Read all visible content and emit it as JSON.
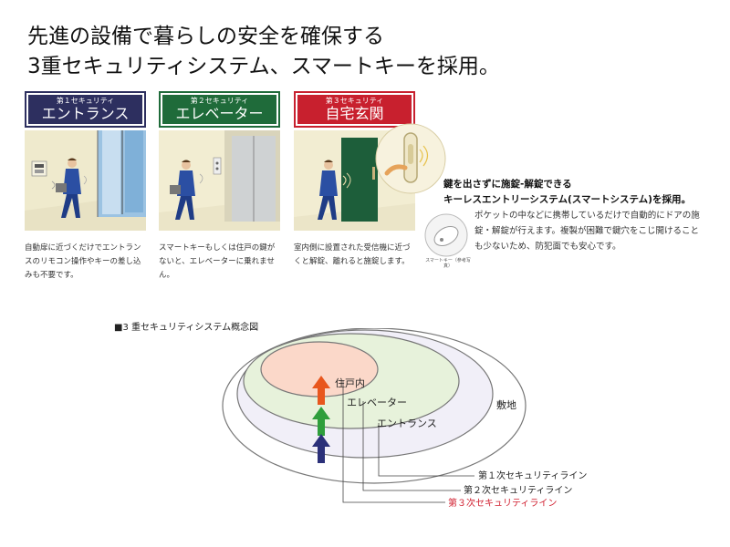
{
  "headline": {
    "line1": "先進の設備で暮らしの安全を確保する",
    "line2": "3重セキュリティシステム、スマートキーを採用。"
  },
  "panels": [
    {
      "small": "第１セキュリティ",
      "big": "エントランス",
      "color": "#2d2f5f",
      "caption": "自動扉に近づくだけでエントランスのリモコン操作やキーの差し込みも不要です。"
    },
    {
      "small": "第２セキュリティ",
      "big": "エレベーター",
      "color": "#1f6b3a",
      "caption": "スマートキーもしくは住戸の鍵がないと、エレベーターに乗れません。"
    },
    {
      "small": "第３セキュリティ",
      "big": "自宅玄関",
      "color": "#c8202e",
      "caption": "室内側に設置された受信機に近づくと解錠、離れると施錠します。"
    }
  ],
  "feature": {
    "line1": "鍵を出さずに施錠-解錠できる",
    "line2": "キーレスエントリーシステム(スマートシステム)を採用。",
    "body": "ポケットの中などに携帯しているだけで自動的にドアの施錠・解錠が行えます。複製が困難で鍵穴をこじ開けることも少ないため、防犯面でも安心です。",
    "fob_caption": "スマートキー（参考写真）"
  },
  "diagram": {
    "title": "■3 重セキュリティシステム概念図",
    "zones": {
      "inner": "住戸内",
      "elevator": "エレベーター",
      "entrance": "エントランス",
      "outer": "敷地"
    },
    "lines": {
      "line1": "第１次セキュリティライン",
      "line2": "第２次セキュリティライン",
      "line3": "第３次セキュリティライン"
    }
  },
  "colors": {
    "entrance": "#2d2f5f",
    "elevator": "#1f6b3a",
    "home": "#c8202e",
    "arrow_top": "#e8561d",
    "arrow_mid": "#2f9e3c",
    "arrow_bottom": "#2b3079",
    "line3_text": "#d12030"
  }
}
